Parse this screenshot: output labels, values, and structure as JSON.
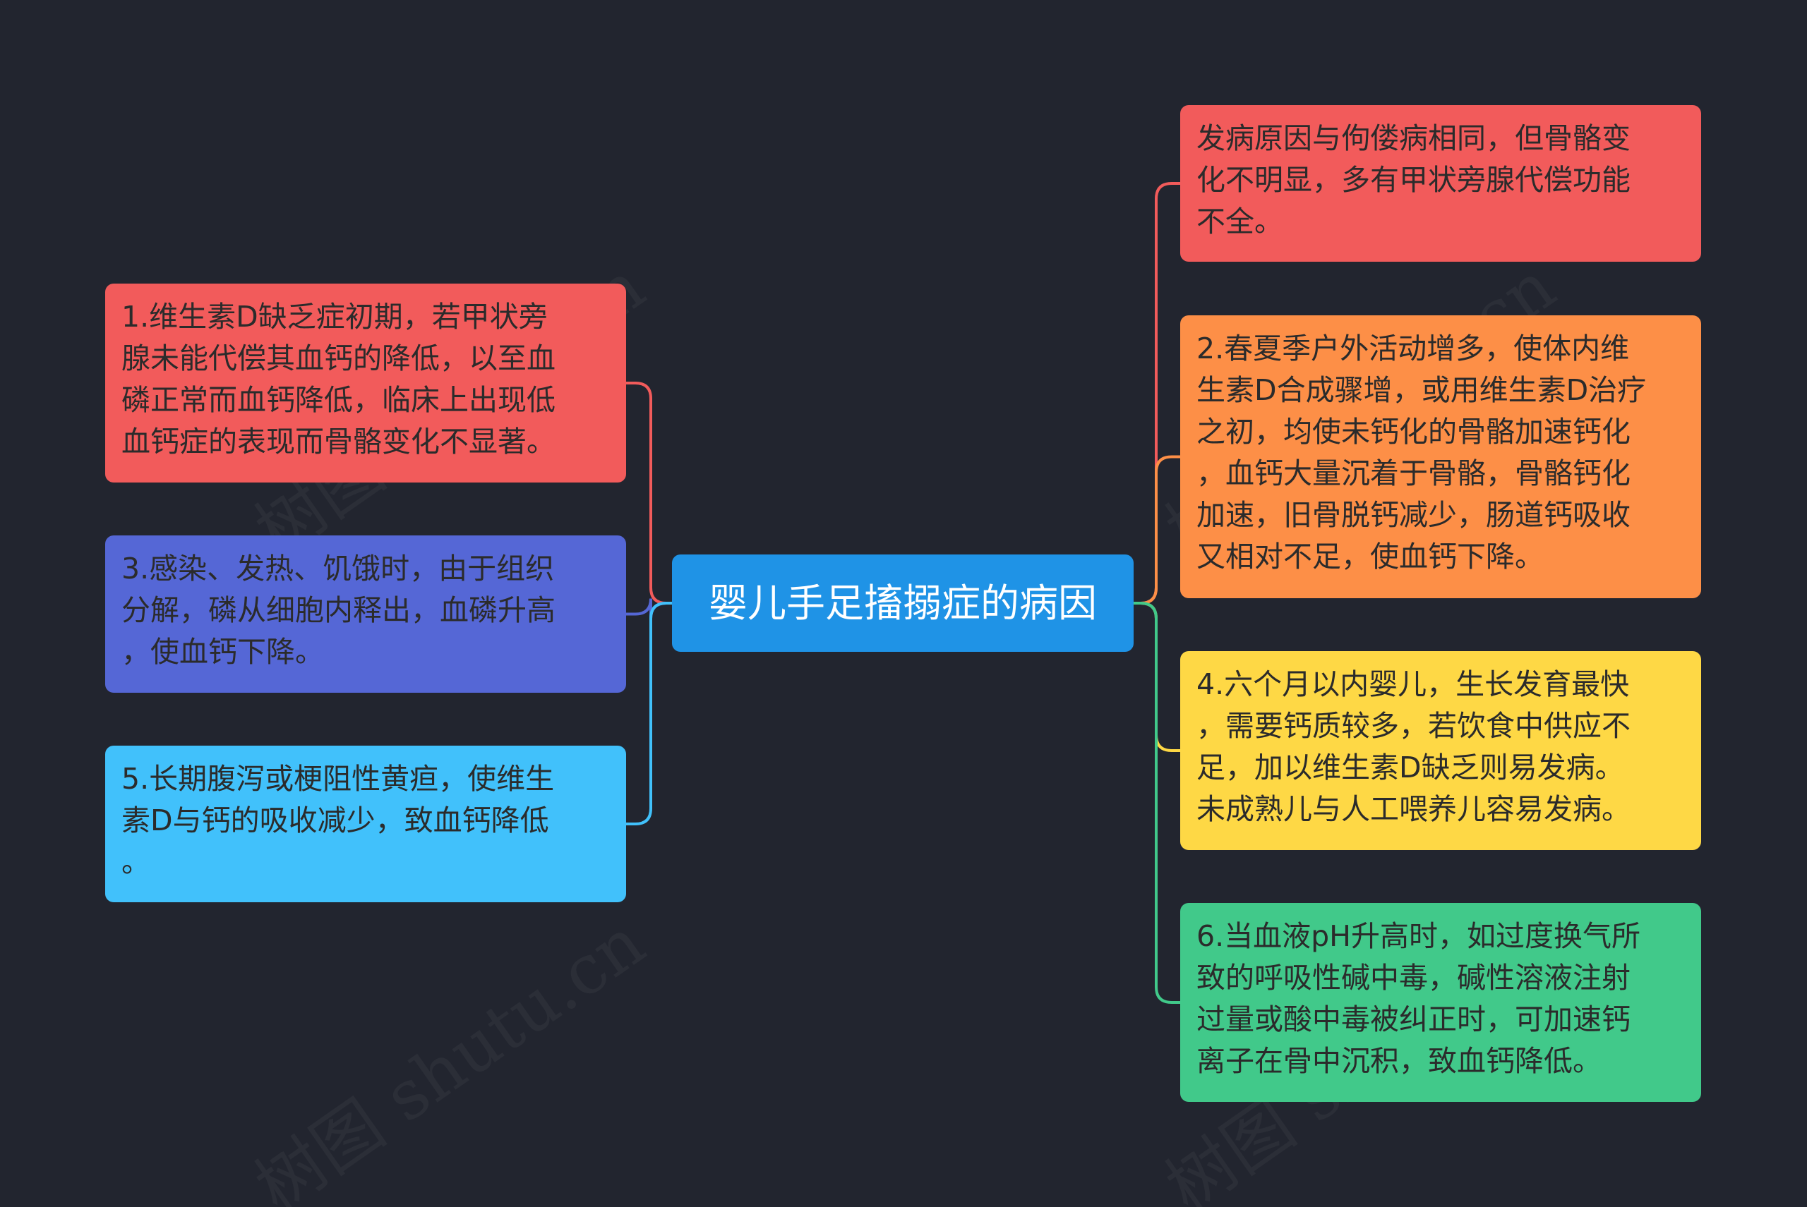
{
  "center": {
    "title": "婴儿手足搐搦症的病因",
    "color": "#1f93e6"
  },
  "left_nodes": [
    {
      "text": "1.维生素D缺乏症初期，若甲状旁\n腺未能代偿其血钙的降低，以至血\n磷正常而血钙降低，临床上出现低\n血钙症的表现而骨骼变化不显著。",
      "color": "#f25b5b",
      "link_color": "#f25b5b"
    },
    {
      "text": "3.感染、发热、饥饿时，由于组织\n分解，磷从细胞内释出，血磷升高\n，使血钙下降。",
      "color": "#5567d6",
      "link_color": "#5567d6"
    },
    {
      "text": "5.长期腹泻或梗阻性黄疸，使维生\n素D与钙的吸收减少，致血钙降低\n。",
      "color": "#41c1fb",
      "link_color": "#41c1fb"
    }
  ],
  "right_nodes": [
    {
      "text": "发病原因与佝偻病相同，但骨骼变\n化不明显，多有甲状旁腺代偿功能\n不全。",
      "color": "#f25b5b",
      "link_color": "#f25b5b"
    },
    {
      "text": "2.春夏季户外活动增多，使体内维\n生素D合成骤增，或用维生素D治疗\n之初，均使未钙化的骨骼加速钙化\n，血钙大量沉着于骨骼，骨骼钙化\n加速，旧骨脱钙减少，肠道钙吸收\n又相对不足，使血钙下降。",
      "color": "#fd8f47",
      "link_color": "#fd8f47"
    },
    {
      "text": "4.六个月以内婴儿，生长发育最快\n，需要钙质较多，若饮食中供应不\n足，加以维生素D缺乏则易发病。\n未成熟儿与人工喂养儿容易发病。",
      "color": "#fed845",
      "link_color": "#fed845"
    },
    {
      "text": "6.当血液pH升高时，如过度换气所\n致的呼吸性碱中毒，碱性溶液注射\n过量或酸中毒被纠正时，可加速钙\n离子在骨中沉积，致血钙降低。",
      "color": "#41c98a",
      "link_color": "#41c98a"
    }
  ],
  "watermark": "树图 shutu.cn"
}
